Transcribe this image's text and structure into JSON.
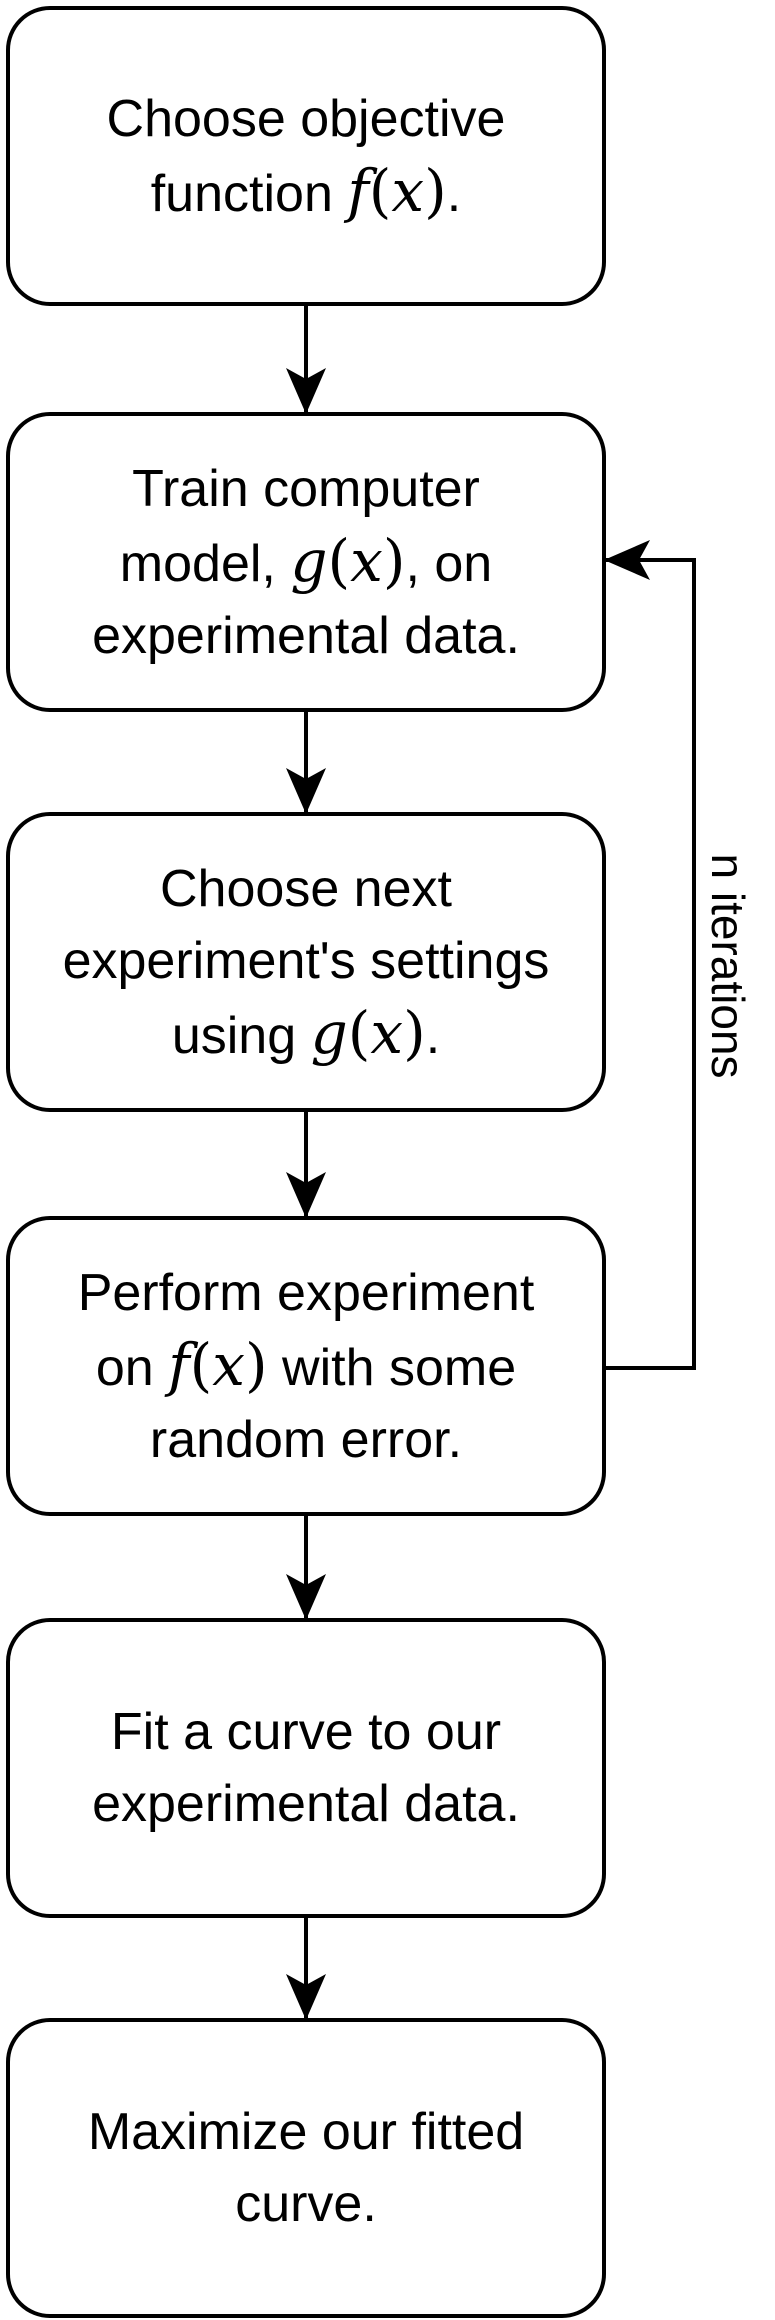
{
  "steps": [
    {
      "id": "choose-objective",
      "parts": [
        {
          "text": "Choose objective"
        },
        {
          "br": true
        },
        {
          "text": "function "
        },
        {
          "math": "f(x)"
        },
        {
          "text": "."
        }
      ]
    },
    {
      "id": "train-model",
      "parts": [
        {
          "text": "Train computer"
        },
        {
          "br": true
        },
        {
          "text": "model, "
        },
        {
          "math": "g(x)"
        },
        {
          "text": ", on"
        },
        {
          "br": true
        },
        {
          "text": "experimental data."
        }
      ]
    },
    {
      "id": "choose-settings",
      "parts": [
        {
          "text": "Choose next"
        },
        {
          "br": true
        },
        {
          "text": "experiment's settings"
        },
        {
          "br": true
        },
        {
          "text": "using "
        },
        {
          "math": "g(x)"
        },
        {
          "text": "."
        }
      ]
    },
    {
      "id": "perform-experiment",
      "parts": [
        {
          "text": "Perform experiment"
        },
        {
          "br": true
        },
        {
          "text": "on "
        },
        {
          "math": "f(x)"
        },
        {
          "text": " with some"
        },
        {
          "br": true
        },
        {
          "text": "random error."
        }
      ]
    },
    {
      "id": "fit-curve",
      "parts": [
        {
          "text": "Fit a curve to our"
        },
        {
          "br": true
        },
        {
          "text": "experimental data."
        }
      ]
    },
    {
      "id": "maximize-curve",
      "parts": [
        {
          "text": "Maximize our fitted"
        },
        {
          "br": true
        },
        {
          "text": "curve."
        }
      ]
    }
  ],
  "loop": {
    "label": "n iterations",
    "from": "perform-experiment",
    "to": "train-model"
  },
  "colors": {
    "stroke": "#000000",
    "background": "#ffffff"
  }
}
